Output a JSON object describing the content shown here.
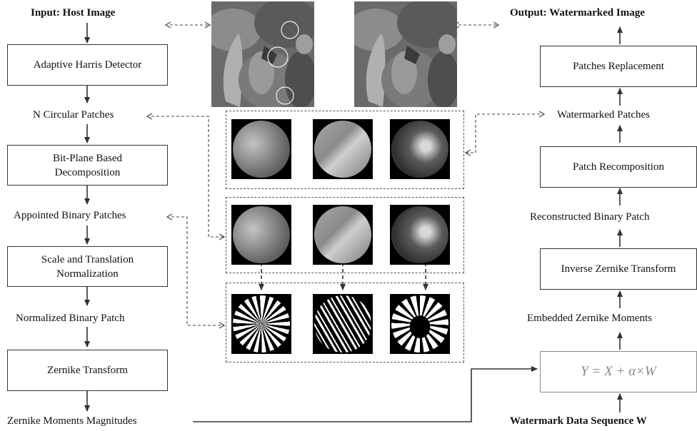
{
  "left": {
    "input": "Input: Host Image",
    "harris": "Adaptive Harris Detector",
    "patches": "N Circular Patches",
    "bitplane": "Bit-Plane Based\nDecomposition",
    "appointed": "Appointed Binary Patches",
    "scale": "Scale and Translation\nNormalization",
    "normalized": "Normalized Binary Patch",
    "zernike": "Zernike Transform",
    "magnitudes": "Zernike Moments Magnitudes"
  },
  "right": {
    "output": "Output: Watermarked Image",
    "replacement": "Patches Replacement",
    "watermarked": "Watermarked Patches",
    "recomposition": "Patch Recomposition",
    "reconstructed": "Reconstructed Binary Patch",
    "inverse": "Inverse Zernike Transform",
    "embedded": "Embedded Zernike Moments",
    "formula": "Y = X + α×W",
    "sequence": "Watermark Data Sequence W"
  },
  "colors": {
    "line": "#333333",
    "formula": "#888888"
  }
}
